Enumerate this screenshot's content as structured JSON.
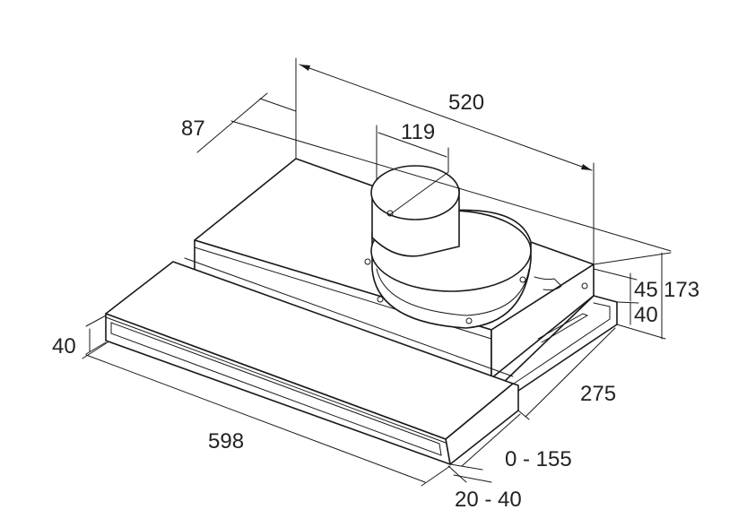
{
  "dimensions": {
    "width_top": "520",
    "depth_offset": "87",
    "duct_diameter": "119",
    "height_upper": "45",
    "height_total": "173",
    "height_lower": "40",
    "front_panel_height": "40",
    "width_front": "598",
    "depth_body": "275",
    "extension_range": "0 - 155",
    "front_offset_range": "20 - 40"
  }
}
